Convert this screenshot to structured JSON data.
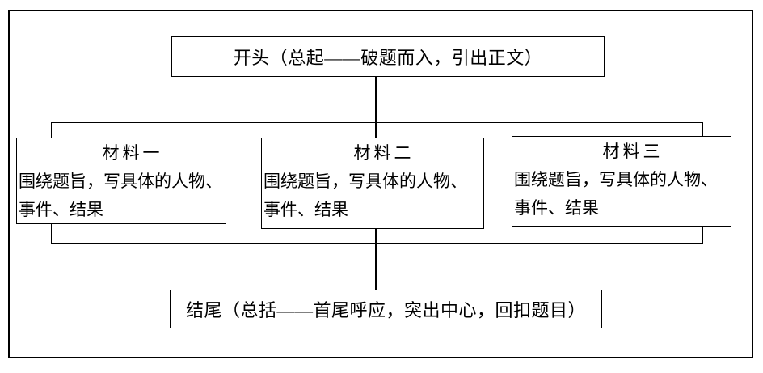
{
  "diagram": {
    "top_box": {
      "label": "开头（总起——破题而入，引出正文）"
    },
    "material_boxes": [
      {
        "title": "材料一",
        "body_lines": [
          "围绕题旨，写具体的人物、",
          "事件、结果"
        ]
      },
      {
        "title": "材料二",
        "body_lines": [
          "围绕题旨，写具体的人物、",
          "事件、结果"
        ]
      },
      {
        "title": "材料三",
        "body_lines": [
          "围绕题旨，写具体的人物、",
          "事件、结果"
        ]
      }
    ],
    "bottom_box": {
      "label": "结尾（总括——首尾呼应，突出中心，回扣题目）"
    },
    "colors": {
      "line": "#000000",
      "text": "#000000",
      "background": "#ffffff"
    }
  }
}
